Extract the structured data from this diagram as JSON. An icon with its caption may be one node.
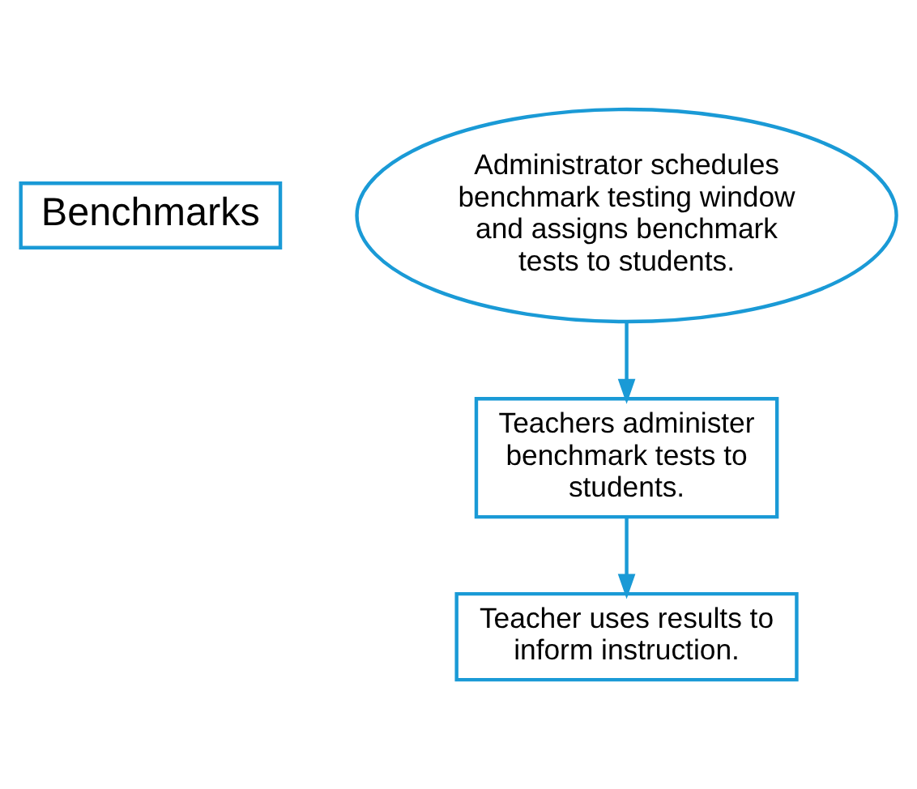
{
  "diagram": {
    "nodes": [
      {
        "text": [
          "Benchmarks"
        ]
      },
      {
        "text": [
          "Administrator schedules benchmark testing window and assigns benchmark tests to students."
        ]
      },
      {
        "text": [
          "Teachers administer benchmark tests to students."
        ]
      },
      {
        "text": [
          "Teacher uses results to inform instruction."
        ]
      }
    ],
    "edges": [
      {
        "from": 1,
        "to": 2,
        "arrow": "to"
      },
      {
        "from": 2,
        "to": 3,
        "arrow": "to"
      }
    ]
  }
}
